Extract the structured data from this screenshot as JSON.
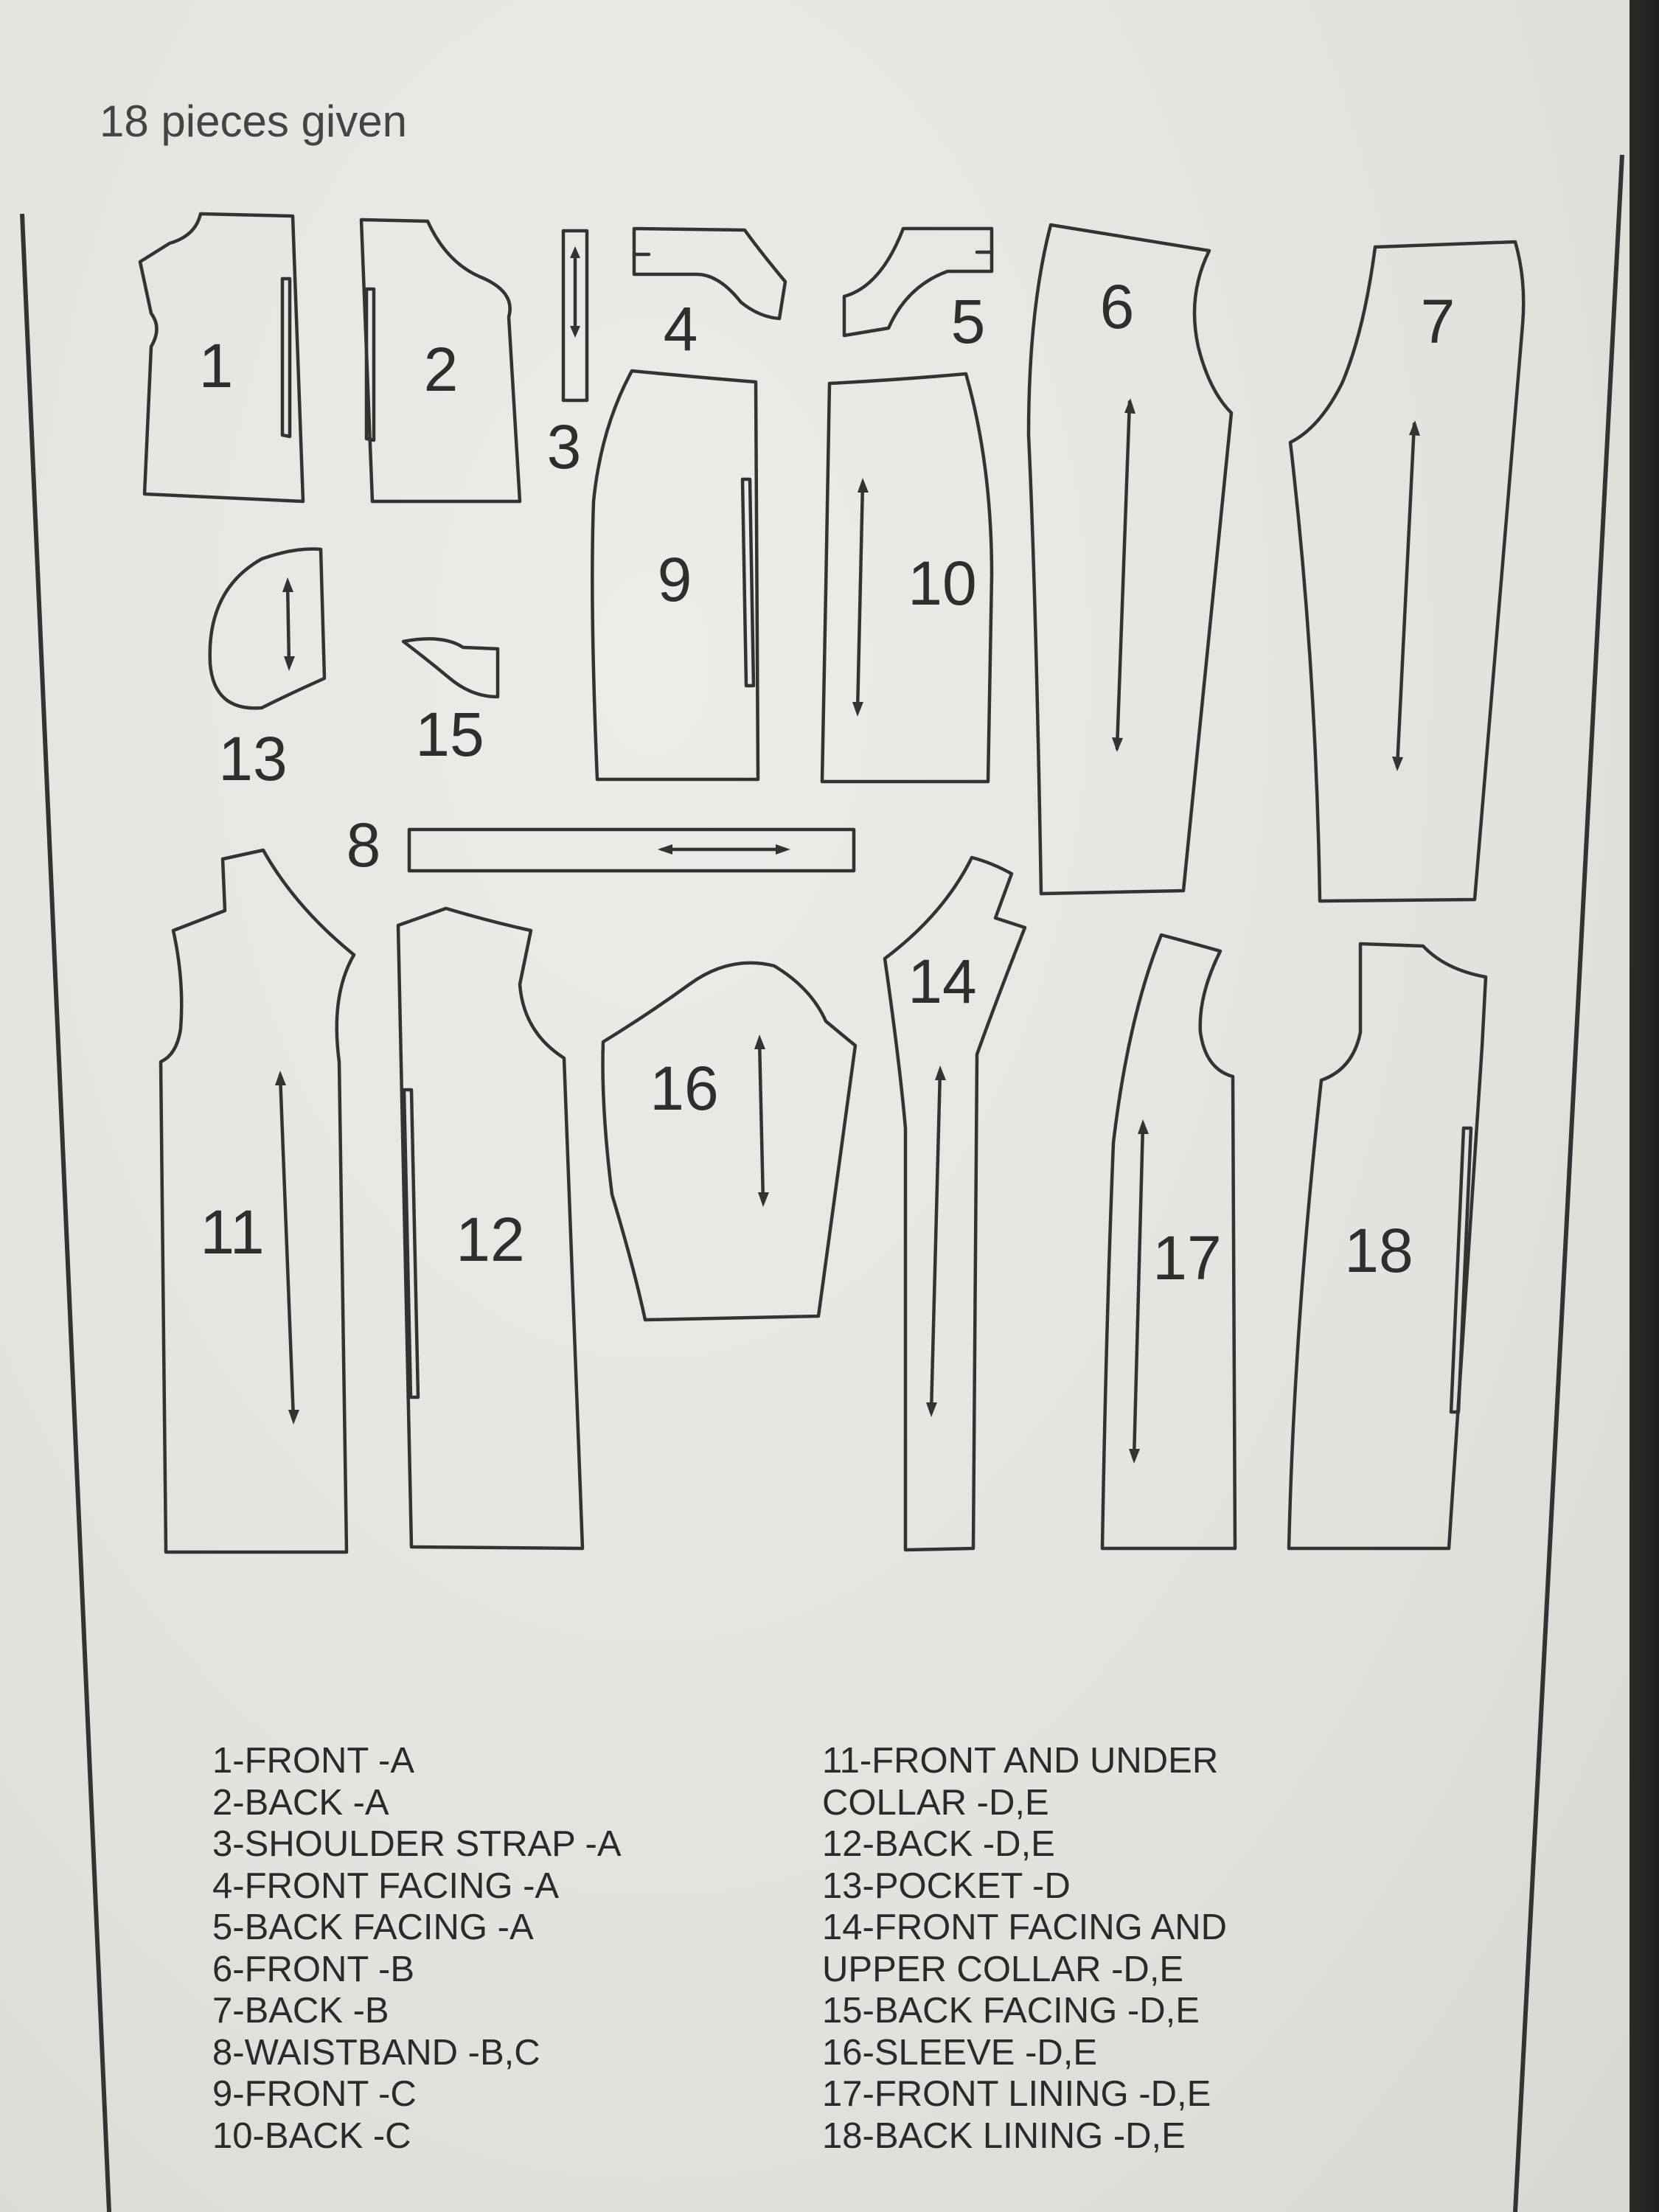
{
  "header": {
    "pieces_text": "18 pieces given"
  },
  "pieces": [
    {
      "num": "1"
    },
    {
      "num": "2"
    },
    {
      "num": "3"
    },
    {
      "num": "4"
    },
    {
      "num": "5"
    },
    {
      "num": "6"
    },
    {
      "num": "7"
    },
    {
      "num": "8"
    },
    {
      "num": "9"
    },
    {
      "num": "10"
    },
    {
      "num": "11"
    },
    {
      "num": "12"
    },
    {
      "num": "13"
    },
    {
      "num": "14"
    },
    {
      "num": "15"
    },
    {
      "num": "16"
    },
    {
      "num": "17"
    },
    {
      "num": "18"
    }
  ],
  "legend": {
    "left": [
      "1-FRONT -A",
      "2-BACK -A",
      "3-SHOULDER STRAP -A",
      "4-FRONT FACING -A",
      "5-BACK FACING -A",
      "6-FRONT -B",
      "7-BACK -B",
      "8-WAISTBAND -B,C",
      "9-FRONT -C",
      "10-BACK -C"
    ],
    "right": [
      "11-FRONT AND UNDER",
      "COLLAR -D,E",
      "12-BACK -D,E",
      "13-POCKET -D",
      "14-FRONT FACING AND",
      "UPPER COLLAR -D,E",
      "15-BACK FACING -D,E",
      "16-SLEEVE -D,E",
      "17-FRONT LINING -D,E",
      "18-BACK LINING -D,E"
    ]
  },
  "colors": {
    "line": "#333333",
    "paper": "#e6e6e2"
  }
}
